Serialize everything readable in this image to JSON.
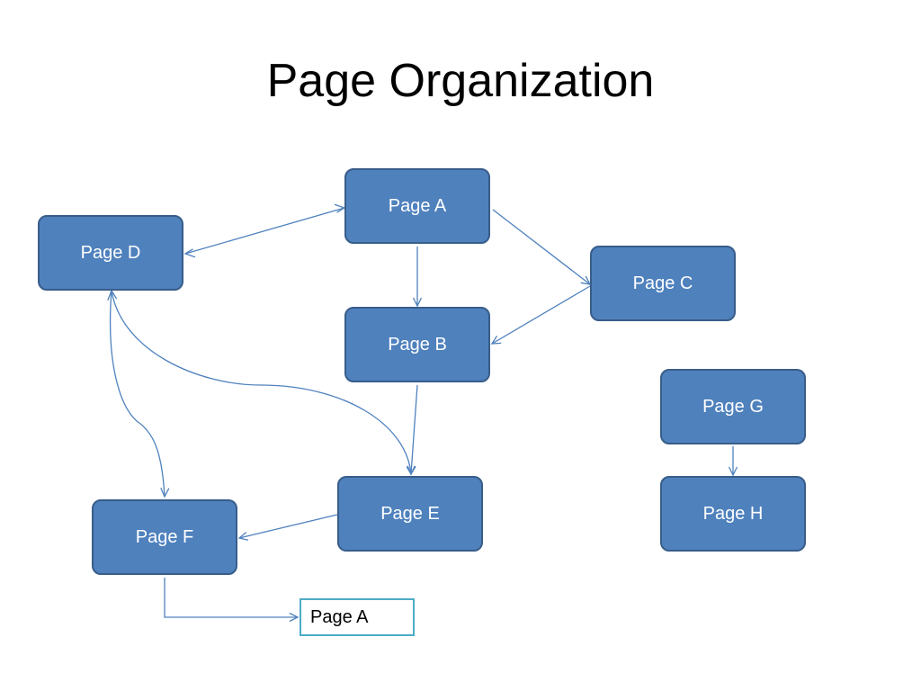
{
  "title": "Page Organization",
  "colors": {
    "node_fill": "#4f81bd",
    "node_border": "#385d8a",
    "edge": "#4f81bd",
    "link_border": "#4bacc6"
  },
  "nodes": {
    "a": {
      "label": "Page A"
    },
    "b": {
      "label": "Page B"
    },
    "c": {
      "label": "Page C"
    },
    "d": {
      "label": "Page D"
    },
    "e": {
      "label": "Page E"
    },
    "f": {
      "label": "Page F"
    },
    "g": {
      "label": "Page G"
    },
    "h": {
      "label": "Page H"
    }
  },
  "link_target": {
    "label": "Page A"
  },
  "edges": [
    {
      "from": "Page D",
      "to": "Page A",
      "bidirectional": true
    },
    {
      "from": "Page A",
      "to": "Page B"
    },
    {
      "from": "Page A",
      "to": "Page C"
    },
    {
      "from": "Page C",
      "to": "Page B"
    },
    {
      "from": "Page B",
      "to": "Page E"
    },
    {
      "from": "Page D",
      "to": "Page E",
      "bidirectional": true
    },
    {
      "from": "Page D",
      "to": "Page F",
      "bidirectional": true
    },
    {
      "from": "Page E",
      "to": "Page F"
    },
    {
      "from": "Page G",
      "to": "Page H"
    },
    {
      "from": "Page F",
      "to": "Page A"
    }
  ]
}
